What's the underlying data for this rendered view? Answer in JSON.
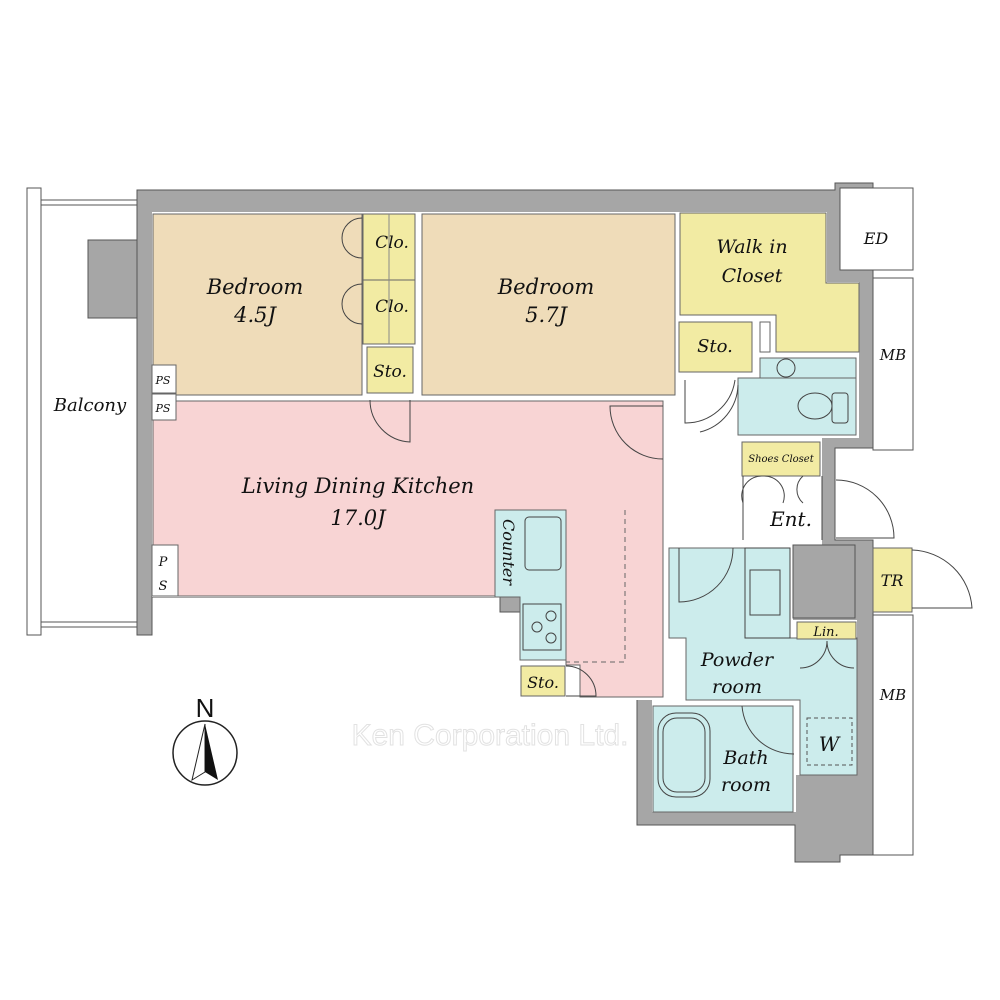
{
  "rooms": {
    "bedroom1": {
      "name": "Bedroom",
      "size": "4.5J"
    },
    "bedroom2": {
      "name": "Bedroom",
      "size": "5.7J"
    },
    "closet1": "Clo.",
    "closet2": "Clo.",
    "storage1": "Sto.",
    "storage2": "Sto.",
    "storage3": "Sto.",
    "walk_in_closet": [
      "Walk in",
      "Closet"
    ],
    "ed": "ED",
    "mb_top": "MB",
    "mb_bottom": "MB",
    "balcony": "Balcony",
    "ps1": "PS",
    "ps2": "PS",
    "ps3": [
      "P",
      "S"
    ],
    "ldk": {
      "name": "Living Dining Kitchen",
      "size": "17.0J"
    },
    "counter": "Counter",
    "shoes_closet": "Shoes Closet",
    "entrance": "Ent.",
    "tr": "TR",
    "linen": "Lin.",
    "powder_room": [
      "Powder",
      "room"
    ],
    "bath_room": [
      "Bath",
      "room"
    ],
    "washer": "W"
  },
  "compass": {
    "label": "N"
  },
  "watermark": "Ken Corporation Ltd.",
  "colors": {
    "bedroom": "#efdcb9",
    "ldk": "#f8d4d4",
    "storage": "#f2eba3",
    "wet": "#ccecec",
    "wall": "#a6a6a6"
  }
}
